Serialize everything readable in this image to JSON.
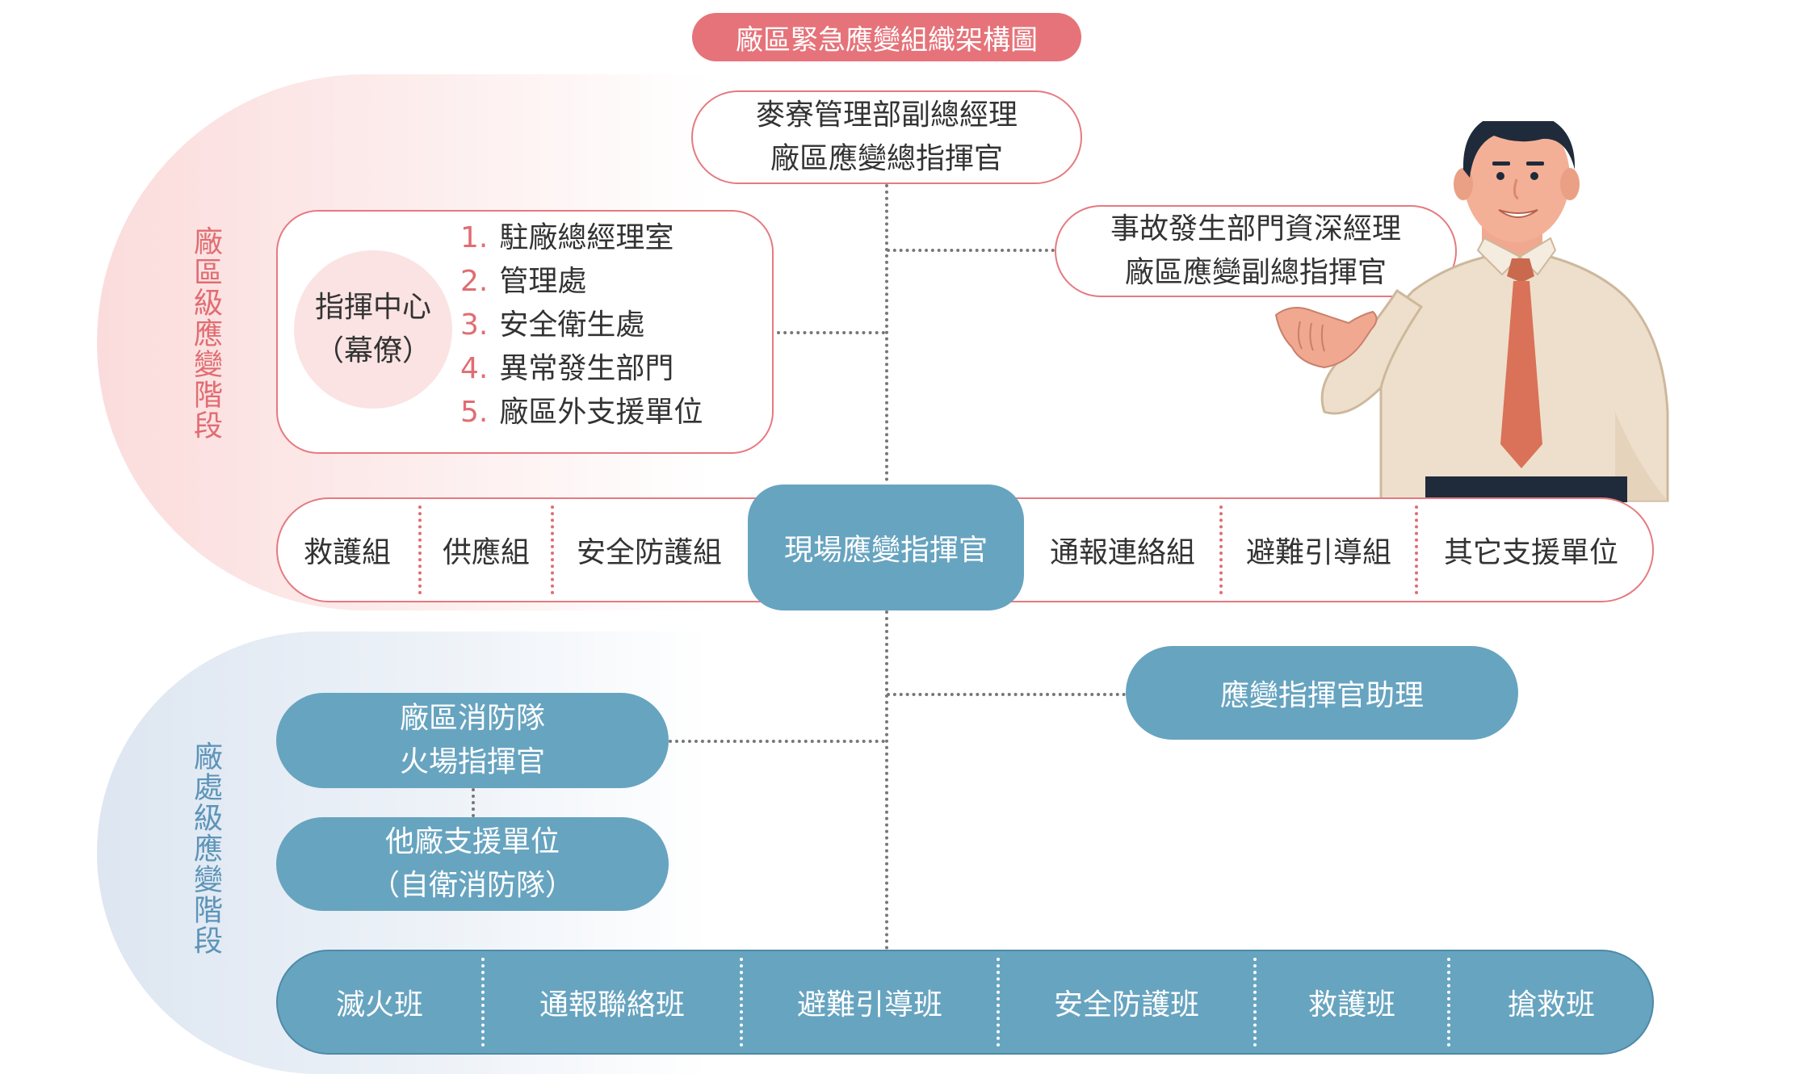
{
  "title": "廠區緊急應變組織架構圖",
  "stage_labels": {
    "plant": "廠區級應變階段",
    "site": "廠處級應變階段"
  },
  "top_commander": {
    "line1": "麥寮管理部副總經理",
    "line2": "廠區應變總指揮官"
  },
  "deputy_commander": {
    "line1": "事故發生部門資深經理",
    "line2": "廠區應變副總指揮官"
  },
  "command_center": {
    "circle_line1": "指揮中心",
    "circle_line2": "（幕僚）",
    "items": [
      {
        "num": "1.",
        "text": "駐廠總經理室"
      },
      {
        "num": "2.",
        "text": "管理處"
      },
      {
        "num": "3.",
        "text": "安全衛生處"
      },
      {
        "num": "4.",
        "text": "異常發生部門"
      },
      {
        "num": "5.",
        "text": "廠區外支援單位"
      }
    ]
  },
  "plant_groups": {
    "left": [
      "救護組",
      "供應組",
      "安全防護組"
    ],
    "center": "現場應變指揮官",
    "right": [
      "通報連絡組",
      "避難引導組",
      "其它支援單位"
    ]
  },
  "assistant": "應變指揮官助理",
  "fire_commander": {
    "line1": "廠區消防隊",
    "line2": "火場指揮官"
  },
  "support_units": {
    "line1": "他廠支援單位",
    "line2": "（自衛消防隊）"
  },
  "teams": [
    "滅火班",
    "通報聯絡班",
    "避難引導班",
    "安全防護班",
    "救護班",
    "搶救班"
  ],
  "colors": {
    "red_accent": "#e6737a",
    "blue_fill": "#67a4c0",
    "red_stage_bg": "#fbdcdc",
    "blue_stage_bg": "#dde6f1"
  },
  "illustration": "businessman-presenting"
}
